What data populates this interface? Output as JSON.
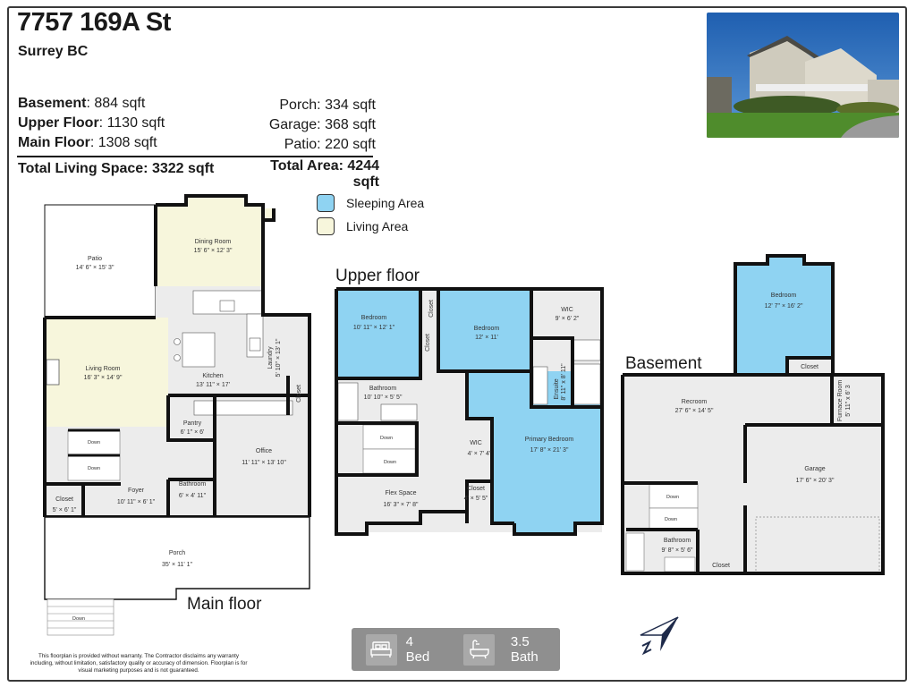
{
  "header": {
    "address": "7757 169A St",
    "city": "Surrey BC"
  },
  "areas": {
    "basement_label": "Basement",
    "basement_value": ": 884 sqft",
    "upper_label": "Upper Floor",
    "upper_value": ": 1130 sqft",
    "main_label": "Main Floor",
    "main_value": ": 1308 sqft",
    "porch": "Porch: 334 sqft",
    "garage": "Garage: 368 sqft",
    "patio": "Patio: 220 sqft",
    "total_living": "Total Living Space: 3322 sqft",
    "total_area": "Total Area: 4244 sqft"
  },
  "legend": [
    {
      "label": "Sleeping Area",
      "color": "#8fd3f2"
    },
    {
      "label": "Living Area",
      "color": "#f7f6dc"
    }
  ],
  "colors": {
    "sleeping": "#8fd3f2",
    "living": "#f7f6dc",
    "other": "#ececec",
    "wall": "#111111",
    "badge_bg": "#8f8f8f",
    "compass": "#1e2a4a"
  },
  "floors": {
    "main": {
      "label": "Main floor",
      "rooms": [
        {
          "name": "Patio",
          "dims": "14' 6\" × 15' 3\""
        },
        {
          "name": "Dining Room",
          "dims": "15' 6\" × 12' 3\""
        },
        {
          "name": "Living Room",
          "dims": "16' 3\" × 14' 9\""
        },
        {
          "name": "Kitchen",
          "dims": "13' 11\" × 17'"
        },
        {
          "name": "Laundry",
          "dims": "5' 10\" × 13' 1\""
        },
        {
          "name": "Closet",
          "dims": ""
        },
        {
          "name": "Pantry",
          "dims": "6' 1\" × 6'"
        },
        {
          "name": "Office",
          "dims": "11' 11\" × 13' 10\""
        },
        {
          "name": "Closet",
          "dims": "5' × 6' 1\""
        },
        {
          "name": "Foyer",
          "dims": "10' 11\" × 6' 1\""
        },
        {
          "name": "Bathroom",
          "dims": "6' × 4' 11\""
        },
        {
          "name": "Porch",
          "dims": "35' × 11' 1\""
        }
      ],
      "stairs": [
        "Down",
        "Down",
        "Down"
      ]
    },
    "upper": {
      "label": "Upper floor",
      "rooms": [
        {
          "name": "Bedroom",
          "dims": "10' 11\" × 12' 1\""
        },
        {
          "name": "Closet",
          "dims": ""
        },
        {
          "name": "Closet",
          "dims": ""
        },
        {
          "name": "Bedroom",
          "dims": "12' × 11'"
        },
        {
          "name": "WIC",
          "dims": "9' × 6' 2\""
        },
        {
          "name": "Ensuite",
          "dims": "8' 11\" x 8' 11\""
        },
        {
          "name": "Bathroom",
          "dims": "10' 10\" × 5' 5\""
        },
        {
          "name": "WIC",
          "dims": "4' × 7' 4\""
        },
        {
          "name": "Primary Bedroom",
          "dims": "17' 8\" × 21' 3\""
        },
        {
          "name": "Flex Space",
          "dims": "16' 3\" × 7' 8\""
        },
        {
          "name": "Closet",
          "dims": "4' × 5' 5\""
        }
      ],
      "stairs": [
        "Down",
        "Down"
      ]
    },
    "basement": {
      "label": "Basement",
      "rooms": [
        {
          "name": "Bedroom",
          "dims": "12' 7\" × 16' 2\""
        },
        {
          "name": "Closet",
          "dims": ""
        },
        {
          "name": "Recroom",
          "dims": "27' 6\" × 14' 5\""
        },
        {
          "name": "Furnace Room",
          "dims": "5' 11\" x 6' 3"
        },
        {
          "name": "Garage",
          "dims": "17' 6\" × 20' 3\""
        },
        {
          "name": "Bathroom",
          "dims": "9' 8\" × 5' 6\""
        },
        {
          "name": "Closet",
          "dims": ""
        }
      ],
      "stairs": [
        "Down",
        "Down"
      ]
    }
  },
  "summary": {
    "beds": "4 Bed",
    "baths": "3.5 Bath"
  },
  "disclaimer": "This floorplan is provided without warranty. The Contractor disclaims any warranty including, without limitation, satisfactory quality or accuracy of dimension. Floorplan is for visual marketing purposes and is not guaranteed."
}
